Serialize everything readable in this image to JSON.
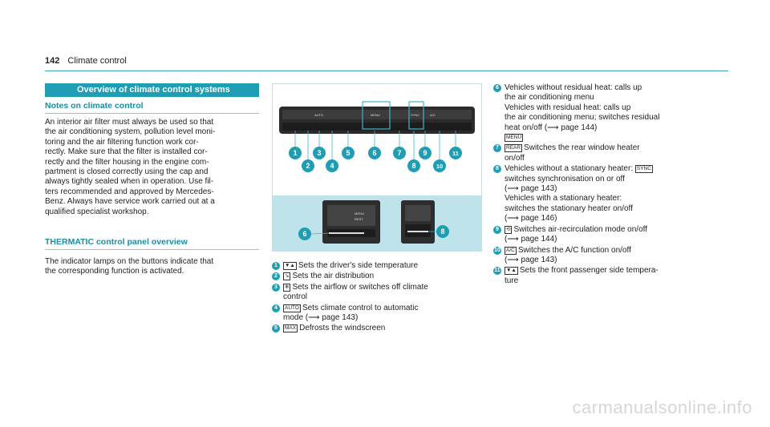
{
  "header": {
    "page_number": "142",
    "title": "Climate control"
  },
  "section": {
    "title": "Overview of climate control systems",
    "notes_heading": "Notes on climate control",
    "notes_lines": [
      "An interior air filter must always be used so that",
      "the air conditioning system, pollution level moni-",
      "toring and the air filtering function work cor-",
      "rectly. Make sure that the filter is installed cor-",
      "rectly and the filter housing in the engine com-",
      "partment is closed correctly using the cap and",
      "always tightly sealed when in operation. Use fil-",
      "ters recommended and approved by Mercedes-",
      "Benz. Always have service work carried out at a",
      "qualified specialist workshop."
    ],
    "thermatic_heading": "THERMATIC control panel overview",
    "thermatic_lines": [
      "The indicator lamps on the buttons indicate that",
      "the corresponding function is activated."
    ]
  },
  "figure": {
    "panel_labels": [
      "AUTO",
      "SYNC",
      "A/C",
      "MENU"
    ],
    "callouts_top": [
      "1",
      "2",
      "3",
      "4",
      "5",
      "6",
      "7",
      "8",
      "9",
      "10",
      "11"
    ],
    "inset_menu_label": "MENU",
    "inset_rest_label": "REST",
    "callout_left": "6",
    "callout_right": "8"
  },
  "list_middle": [
    {
      "n": "1",
      "icon": "▼▲",
      "lines": [
        "Sets the driver's side temperature"
      ]
    },
    {
      "n": "2",
      "icon": "↘",
      "lines": [
        "Sets the air distribution"
      ]
    },
    {
      "n": "3",
      "icon": "❄",
      "lines": [
        "Sets the airflow or switches off climate",
        "control"
      ]
    },
    {
      "n": "4",
      "icon": "AUTO",
      "lines": [
        "Sets climate control to automatic",
        "mode (⟶ page 143)"
      ]
    },
    {
      "n": "5",
      "icon": "MAX",
      "lines": [
        "Defrosts the windscreen"
      ]
    }
  ],
  "list_right": [
    {
      "n": "6",
      "icon": "MENU",
      "lines": [
        "Vehicles without residual heat:  calls up",
        "the air conditioning menu",
        "Vehicles with residual heat:  calls up",
        "the air conditioning menu; switches residual",
        "heat on/off (⟶ page 144)"
      ]
    },
    {
      "n": "7",
      "icon": "REAR",
      "lines": [
        "Switches the rear window heater",
        "on/off"
      ]
    },
    {
      "n": "8",
      "icon": "SYNC",
      "lines": [
        "Vehicles without a stationary heater: ",
        "switches synchronisation on or off",
        "(⟶ page 143)",
        "Vehicles with a stationary heater:  ",
        "switches the stationary heater on/off",
        "(⟶ page 146)"
      ]
    },
    {
      "n": "9",
      "icon": "⟲",
      "lines": [
        "Switches air-recirculation mode on/off",
        "(⟶ page 144)"
      ]
    },
    {
      "n": "10",
      "icon": "A/C",
      "lines": [
        "Switches the A/C function on/off",
        "(⟶ page 143)"
      ]
    },
    {
      "n": "11",
      "icon": "▼▲",
      "lines": [
        "Sets the front passenger side tempera-",
        "ture"
      ]
    }
  ],
  "watermark": "carmanualsonline.info",
  "colors": {
    "accent": "#1f9eb3",
    "figure_bg": "#bfe3ea"
  }
}
